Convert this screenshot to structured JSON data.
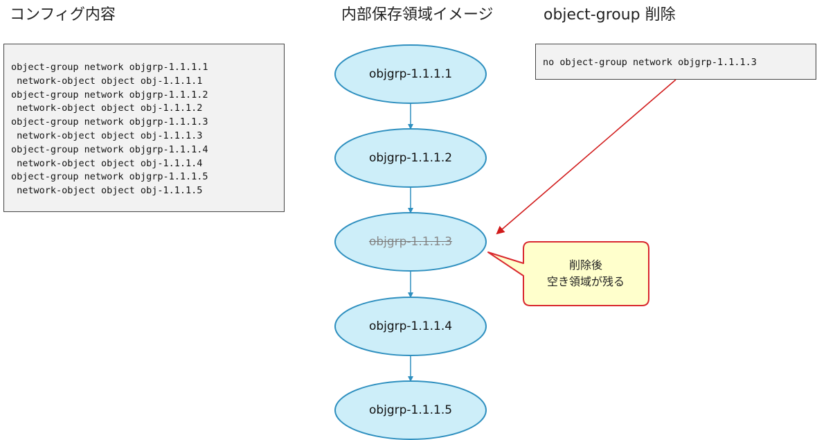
{
  "headings": {
    "config": "コンフィグ内容",
    "storage": "内部保存領域イメージ",
    "delete": "object-group 削除"
  },
  "config_lines": [
    "object-group network objgrp-1.1.1.1",
    " network-object object obj-1.1.1.1",
    "object-group network objgrp-1.1.1.2",
    " network-object object obj-1.1.1.2",
    "object-group network objgrp-1.1.1.3",
    " network-object object obj-1.1.1.3",
    "object-group network objgrp-1.1.1.4",
    " network-object object obj-1.1.1.4",
    "object-group network objgrp-1.1.1.5",
    " network-object object obj-1.1.1.5"
  ],
  "delete_command": "no object-group network objgrp-1.1.1.3",
  "nodes": [
    {
      "label": "objgrp-1.1.1.1",
      "deleted": false
    },
    {
      "label": "objgrp-1.1.1.2",
      "deleted": false
    },
    {
      "label": "objgrp-1.1.1.3",
      "deleted": true
    },
    {
      "label": "objgrp-1.1.1.4",
      "deleted": false
    },
    {
      "label": "objgrp-1.1.1.5",
      "deleted": false
    }
  ],
  "callout": {
    "line1": "削除後",
    "line2": "空き領域が残る"
  },
  "colors": {
    "node_fill": "#cdeef9",
    "node_stroke": "#2e8fbf",
    "link_arrow": "#2e8fbf",
    "delete_arrow": "#d11a1a",
    "callout_fill": "#ffffcc",
    "callout_stroke": "#d9272e"
  }
}
